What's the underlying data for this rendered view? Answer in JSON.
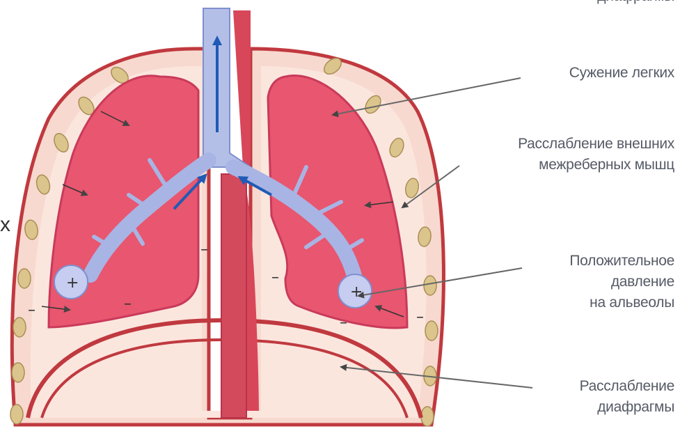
{
  "labels": {
    "top_cut": "диафрагмы",
    "lung_contraction": "Сужение легких",
    "muscles": [
      "Расслабление внешних",
      "межреберных мышц"
    ],
    "alveoli": [
      "Положительное",
      "давление",
      "на альвеолы"
    ],
    "diaphragm": [
      "Расслабление",
      "диафрагмы"
    ]
  },
  "marks": {
    "plus": "+",
    "minus": "–",
    "edge_glyph": "x"
  },
  "colors": {
    "pleura": "#f6d0c6",
    "lung": "#e5506e",
    "lung_dark": "#c93a5a",
    "trachea": "#a8b4e4",
    "airflow_arrow": "#1f5bb5",
    "vessel": "#d8465a",
    "rib": "#d9c08a",
    "text": "#555a66"
  }
}
